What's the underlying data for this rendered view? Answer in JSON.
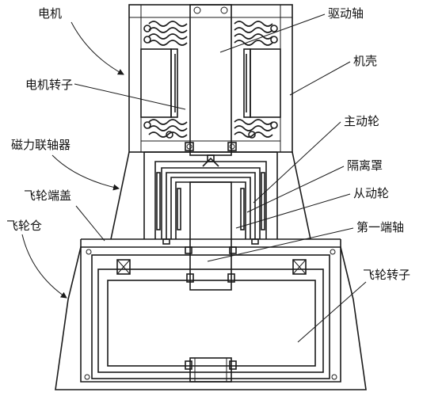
{
  "labels": {
    "motor": "电机",
    "motor_rotor": "电机转子",
    "magnetic_coupling": "磁力联轴器",
    "flywheel_end_cover": "飞轮端盖",
    "flywheel_housing": "飞轮仓",
    "drive_shaft": "驱动轴",
    "casing": "机壳",
    "driving_wheel": "主动轮",
    "isolation_cover": "隔离罩",
    "driven_wheel": "从动轮",
    "first_end_shaft": "第一端轴",
    "flywheel_rotor": "飞轮转子"
  }
}
